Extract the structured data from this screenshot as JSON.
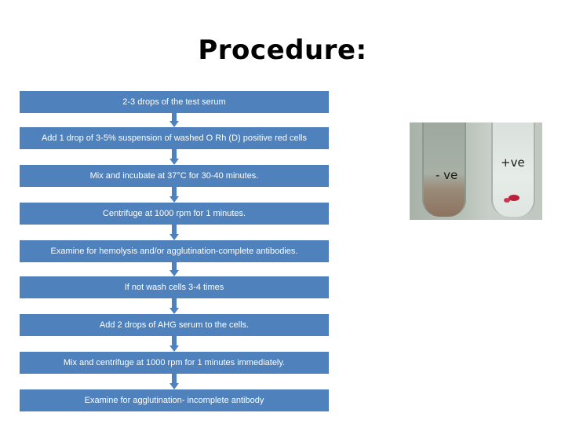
{
  "title": "Procedure:",
  "steps": [
    "2-3 drops of the test serum",
    "Add 1 drop of 3-5% suspension of washed O Rh (D) positive red cells",
    "Mix and incubate at 37°C for 30-40 minutes.",
    "Centrifuge at 1000 rpm for 1 minutes.",
    "Examine for hemolysis and/or agglutination-complete antibodies.",
    "If not wash cells 3-4 times",
    "Add 2 drops of AHG serum to the cells.",
    "Mix and centrifuge at 1000 rpm for 1 minutes immediately.",
    "Examine for agglutination- incomplete antibody"
  ],
  "photo": {
    "label_negative": "- ve",
    "label_positive": "+ve"
  },
  "colors": {
    "box_fill": "#4f81bd",
    "box_text": "#ffffff",
    "arrow_fill": "#4f81bd"
  },
  "icons": {
    "connector": "down-arrow-icon"
  }
}
